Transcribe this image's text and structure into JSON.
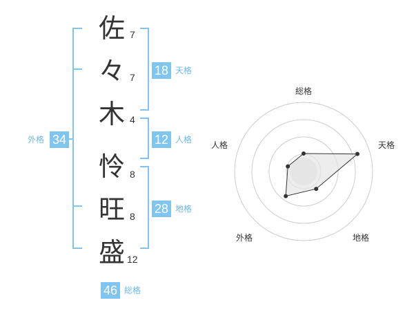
{
  "name": {
    "chars": [
      {
        "char": "佐",
        "strokes": "7"
      },
      {
        "char": "々",
        "strokes": "7"
      },
      {
        "char": "木",
        "strokes": "4"
      },
      {
        "char": "怜",
        "strokes": "8"
      },
      {
        "char": "旺",
        "strokes": "8"
      },
      {
        "char": "盛",
        "strokes": "12"
      }
    ]
  },
  "kaku": {
    "tenkaku": {
      "value": "18",
      "label": "天格"
    },
    "jinkaku": {
      "value": "12",
      "label": "人格"
    },
    "chikaku": {
      "value": "28",
      "label": "地格"
    },
    "gaikaku": {
      "value": "34",
      "label": "外格"
    },
    "soukaku": {
      "value": "46",
      "label": "総格"
    }
  },
  "radar": {
    "labels": {
      "top": "総格",
      "right": "天格",
      "bottom_right": "地格",
      "bottom_left": "外格",
      "left": "人格"
    },
    "levels": 4,
    "values": [
      0.26,
      0.82,
      0.31,
      0.44,
      0.24
    ],
    "colors": {
      "ring": "#cccccc",
      "fill": "#e6e6e6",
      "point": "#333333",
      "center": "#d0d0d0"
    }
  },
  "colors": {
    "accent": "#7fc5ef"
  }
}
